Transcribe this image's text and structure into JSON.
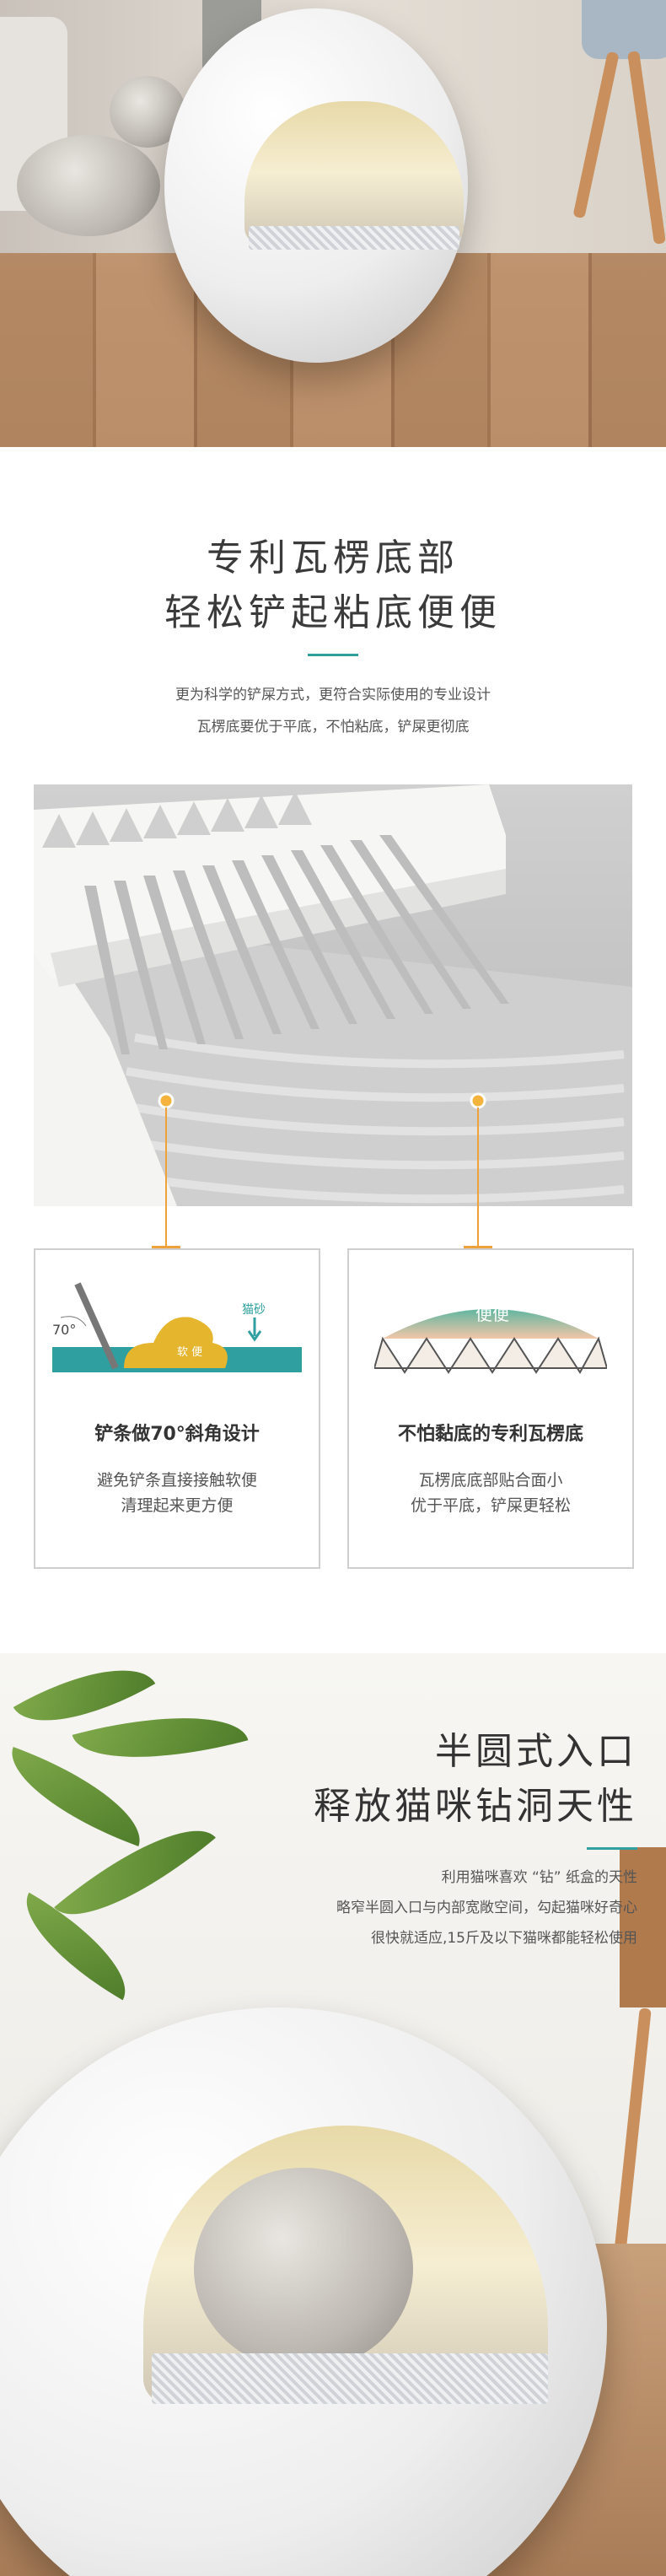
{
  "section_patent": {
    "title_line1": "专利瓦楞底部",
    "title_line2": "轻松铲起粘底便便",
    "desc_line1": "更为科学的铲屎方式，更符合实际使用的专业设计",
    "desc_line2": "瓦楞底要优于平底，不怕粘底，铲屎更彻底",
    "accent_color": "#2f9fa0"
  },
  "card_left": {
    "angle_label": "70°",
    "soft_label": "软 便",
    "litter_label": "猫砂",
    "title": "铲条做70°斜角设计",
    "desc_line1": "避免铲条直接接触软便",
    "desc_line2": "清理起来更方便"
  },
  "card_right": {
    "poop_label": "便便",
    "title": "不怕黏底的专利瓦楞底",
    "desc_line1": "瓦楞底底部贴合面小",
    "desc_line2": "优于平底，铲屎更轻松"
  },
  "section_entrance": {
    "title_line1": "半圆式入口",
    "title_line2": "释放猫咪钻洞天性",
    "desc_line1": "利用猫咪喜欢 “钻” 纸盒的天性",
    "desc_line2": "略窄半圆入口与内部宽敞空间，勾起猫咪好奇心",
    "desc_line3": "很快就适应,15斤及以下猫咪都能轻松使用"
  }
}
